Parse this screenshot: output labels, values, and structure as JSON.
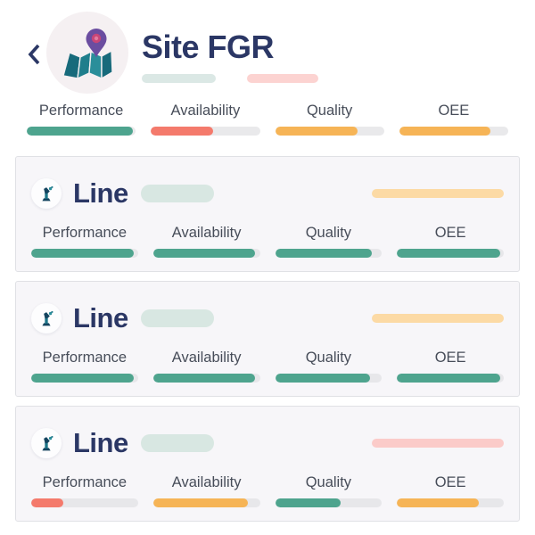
{
  "colors": {
    "navy": "#2b3765",
    "teal": "#4ea48e",
    "salmon": "#f47a6c",
    "amber": "#f6b456",
    "pill_amber_light": "#fcdaa5",
    "pill_pink_light": "#fbcbc9"
  },
  "header": {
    "back_icon": "chevron-left-icon",
    "avatar_icon": "map-location-icon",
    "title": "Site FGR",
    "skeleton_pills": [
      "teal-light",
      "pink-light"
    ]
  },
  "site_metrics": [
    {
      "label": "Performance",
      "fill": "97%",
      "color": "#4ea48e"
    },
    {
      "label": "Availability",
      "fill": "57%",
      "color": "#f47a6c"
    },
    {
      "label": "Quality",
      "fill": "76%",
      "color": "#f6b456"
    },
    {
      "label": "OEE",
      "fill": "84%",
      "color": "#f6b456"
    }
  ],
  "lines": [
    {
      "name": "Line",
      "status_pill_color": "#fcdaa5",
      "metrics": [
        {
          "label": "Performance",
          "fill": "96%",
          "color": "#4ea48e"
        },
        {
          "label": "Availability",
          "fill": "95%",
          "color": "#4ea48e"
        },
        {
          "label": "Quality",
          "fill": "91%",
          "color": "#4ea48e"
        },
        {
          "label": "OEE",
          "fill": "97%",
          "color": "#4ea48e"
        }
      ]
    },
    {
      "name": "Line",
      "status_pill_color": "#fcdaa5",
      "metrics": [
        {
          "label": "Performance",
          "fill": "96%",
          "color": "#4ea48e"
        },
        {
          "label": "Availability",
          "fill": "95%",
          "color": "#4ea48e"
        },
        {
          "label": "Quality",
          "fill": "89%",
          "color": "#4ea48e"
        },
        {
          "label": "OEE",
          "fill": "97%",
          "color": "#4ea48e"
        }
      ]
    },
    {
      "name": "Line",
      "status_pill_color": "#fbcbc9",
      "metrics": [
        {
          "label": "Performance",
          "fill": "30%",
          "color": "#f47a6c"
        },
        {
          "label": "Availability",
          "fill": "89%",
          "color": "#f6b456"
        },
        {
          "label": "Quality",
          "fill": "61%",
          "color": "#4ea48e"
        },
        {
          "label": "OEE",
          "fill": "77%",
          "color": "#f6b456"
        }
      ]
    }
  ]
}
